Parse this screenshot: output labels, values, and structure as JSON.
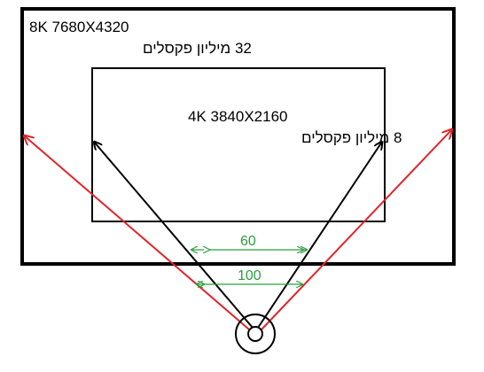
{
  "outer_frame": {
    "resolution": "8K 7680X4320",
    "pixels": "32 מיליון פקסלים"
  },
  "inner_frame": {
    "resolution": "4K 3840X2160",
    "pixels": "8 מיליון פקסלים"
  },
  "measurements": {
    "inner_width": "60",
    "outer_width": "100"
  },
  "colors": {
    "frame": "#000000",
    "wide_view_lines": "#e0242a",
    "narrow_view_lines": "#000000",
    "measurement": "#2a9d3f"
  }
}
